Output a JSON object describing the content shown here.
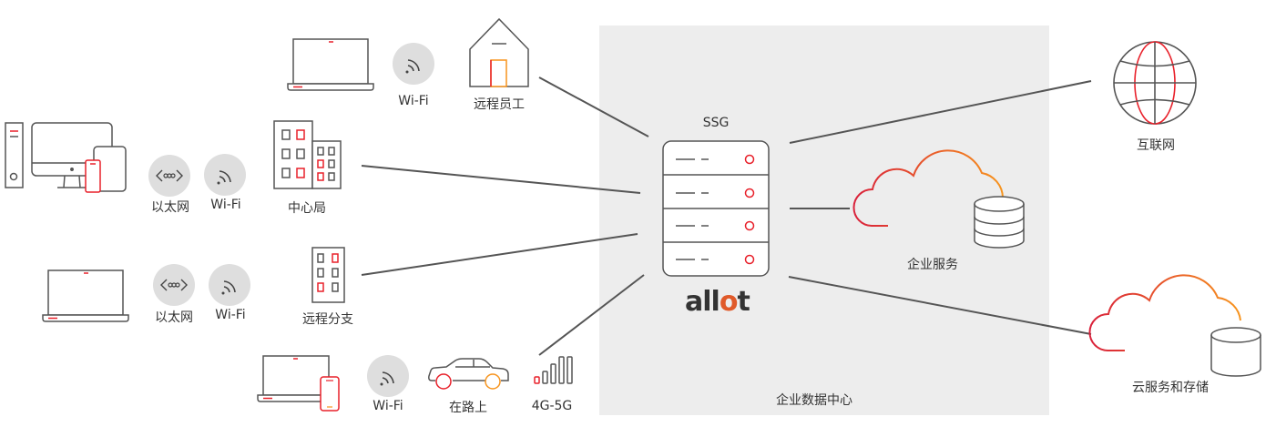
{
  "datacenter": {
    "label": "企业数据中心",
    "appliance_label": "SSG",
    "logo_text": "allot"
  },
  "remote_worker": {
    "wifi_label": "Wi-Fi",
    "home_label": "远程员工"
  },
  "hq": {
    "ethernet_label": "以太网",
    "wifi_label": "Wi-Fi",
    "building_label": "中心局"
  },
  "branch": {
    "ethernet_label": "以太网",
    "wifi_label": "Wi-Fi",
    "building_label": "远程分支"
  },
  "mobile": {
    "wifi_label": "Wi-Fi",
    "car_label": "在路上",
    "cell_label": "4G-5G"
  },
  "targets": {
    "internet_label": "互联网",
    "enterprise_services_label": "企业服务",
    "cloud_label": "云服务和存储"
  },
  "colors": {
    "panel": "#ededed",
    "stroke": "#555555",
    "accent_red": "#e8202a",
    "accent_orange": "#f7941d",
    "bubble": "#dedede"
  }
}
